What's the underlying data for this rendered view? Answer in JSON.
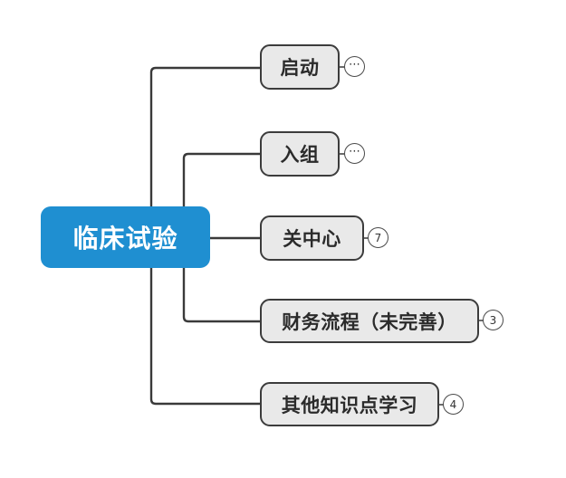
{
  "map": {
    "title": "临床试验",
    "root": {
      "label": "临床试验",
      "color": "#1f8fd1",
      "text_color": "#ffffff"
    },
    "node_style": {
      "fill": "#e9e9e9",
      "border": "#3c3c3c",
      "text_color": "#2b2b2b"
    },
    "connector_color": "#3a3a3a",
    "branches": [
      {
        "id": "qidong",
        "label": "启动",
        "badge": "⋯",
        "badge_type": "collapsed"
      },
      {
        "id": "ruzu",
        "label": "入组",
        "badge": "⋯",
        "badge_type": "collapsed"
      },
      {
        "id": "guanzhongxin",
        "label": "关中心",
        "badge": "7",
        "badge_type": "count"
      },
      {
        "id": "caiwu",
        "label": "财务流程（未完善）",
        "badge": "3",
        "badge_type": "count"
      },
      {
        "id": "qita",
        "label": "其他知识点学习",
        "badge": "4",
        "badge_type": "count"
      }
    ]
  }
}
